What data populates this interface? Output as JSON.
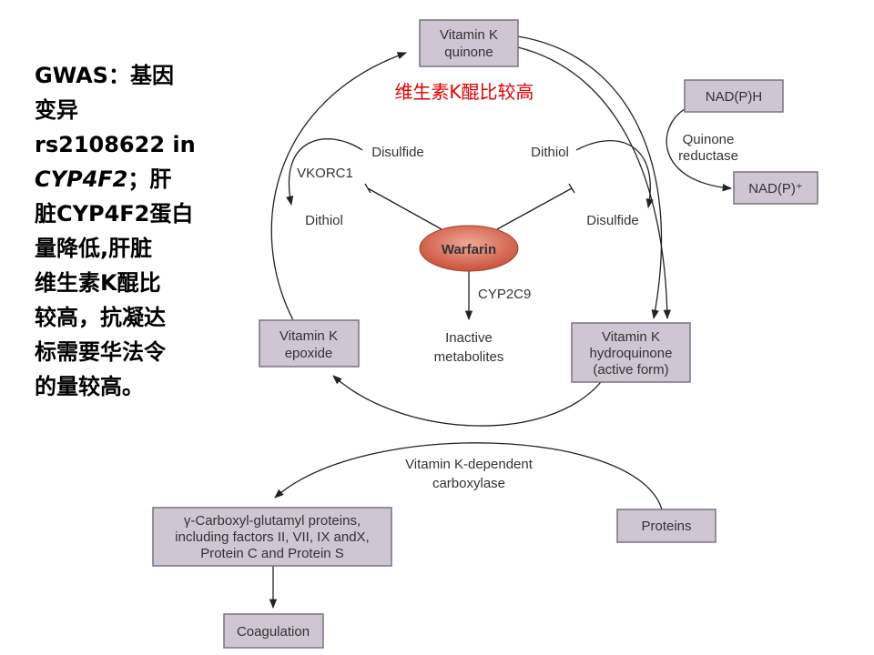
{
  "note": {
    "lines": [
      "GWAS：基因",
      "变异",
      "rs2108622 in"
    ],
    "line4_italic": "CYP4F2",
    "line4_rest": "；肝",
    "lines2": [
      "脏CYP4F2蛋白",
      "量降低,肝脏",
      "维生素K醌比",
      "较高，抗凝达",
      "标需要华法令",
      "的量较高。"
    ]
  },
  "diagram": {
    "red_note": "维生素K醌比较高",
    "vk_quinone": [
      "Vitamin K",
      "quinone"
    ],
    "nadph": "NAD(P)H",
    "quinone_reductase": [
      "Quinone",
      "reductase"
    ],
    "nadp": "NAD(P)⁺",
    "left_disulfide": "Disulfide",
    "vkorc1": "VKORC1",
    "left_dithiol": "Dithiol",
    "right_dithiol": "Dithiol",
    "right_disulfide": "Disulfide",
    "warfarin": "Warfarin",
    "cyp2c9": "CYP2C9",
    "inactive": [
      "Inactive",
      "metabolites"
    ],
    "vk_epoxide": [
      "Vitamin K",
      "epoxide"
    ],
    "vk_hydroquinone": [
      "Vitamin K",
      "hydroquinone",
      "(active form)"
    ],
    "carboxylase": [
      "Vitamin K-dependent",
      "carboxylase"
    ],
    "gamma_proteins": [
      "γ-Carboxyl-glutamyl proteins,",
      "including factors II, VII, IX andX,",
      "Protein C and Protein S"
    ],
    "proteins": "Proteins",
    "coagulation": "Coagulation"
  },
  "colors": {
    "red_note": "#e00000",
    "box_fill": "#cfc5d3",
    "warfarin_fill": "#d9705c"
  }
}
